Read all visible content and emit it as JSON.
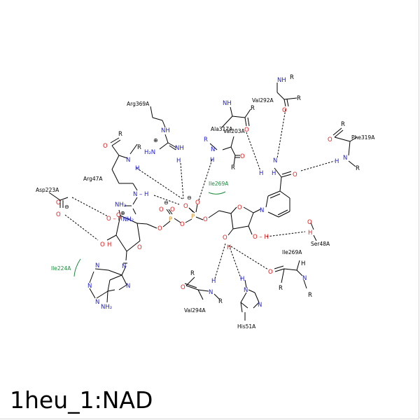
{
  "title": "1heu_1:NAD",
  "residues": {
    "arg369a": "Arg369A",
    "arg47a": "Arg47A",
    "asp223a": "Asp223A",
    "ala317a": "Ala317A",
    "val203a": "Val203A",
    "val292a": "Val292A",
    "phe319a": "Phe319A",
    "ile269a_top": "Ile269A",
    "ile269a_right": "Ile269A",
    "ser48a": "Ser48A",
    "ile224a": "Ile224A",
    "val294a": "Val294A",
    "his51a": "His51A"
  }
}
